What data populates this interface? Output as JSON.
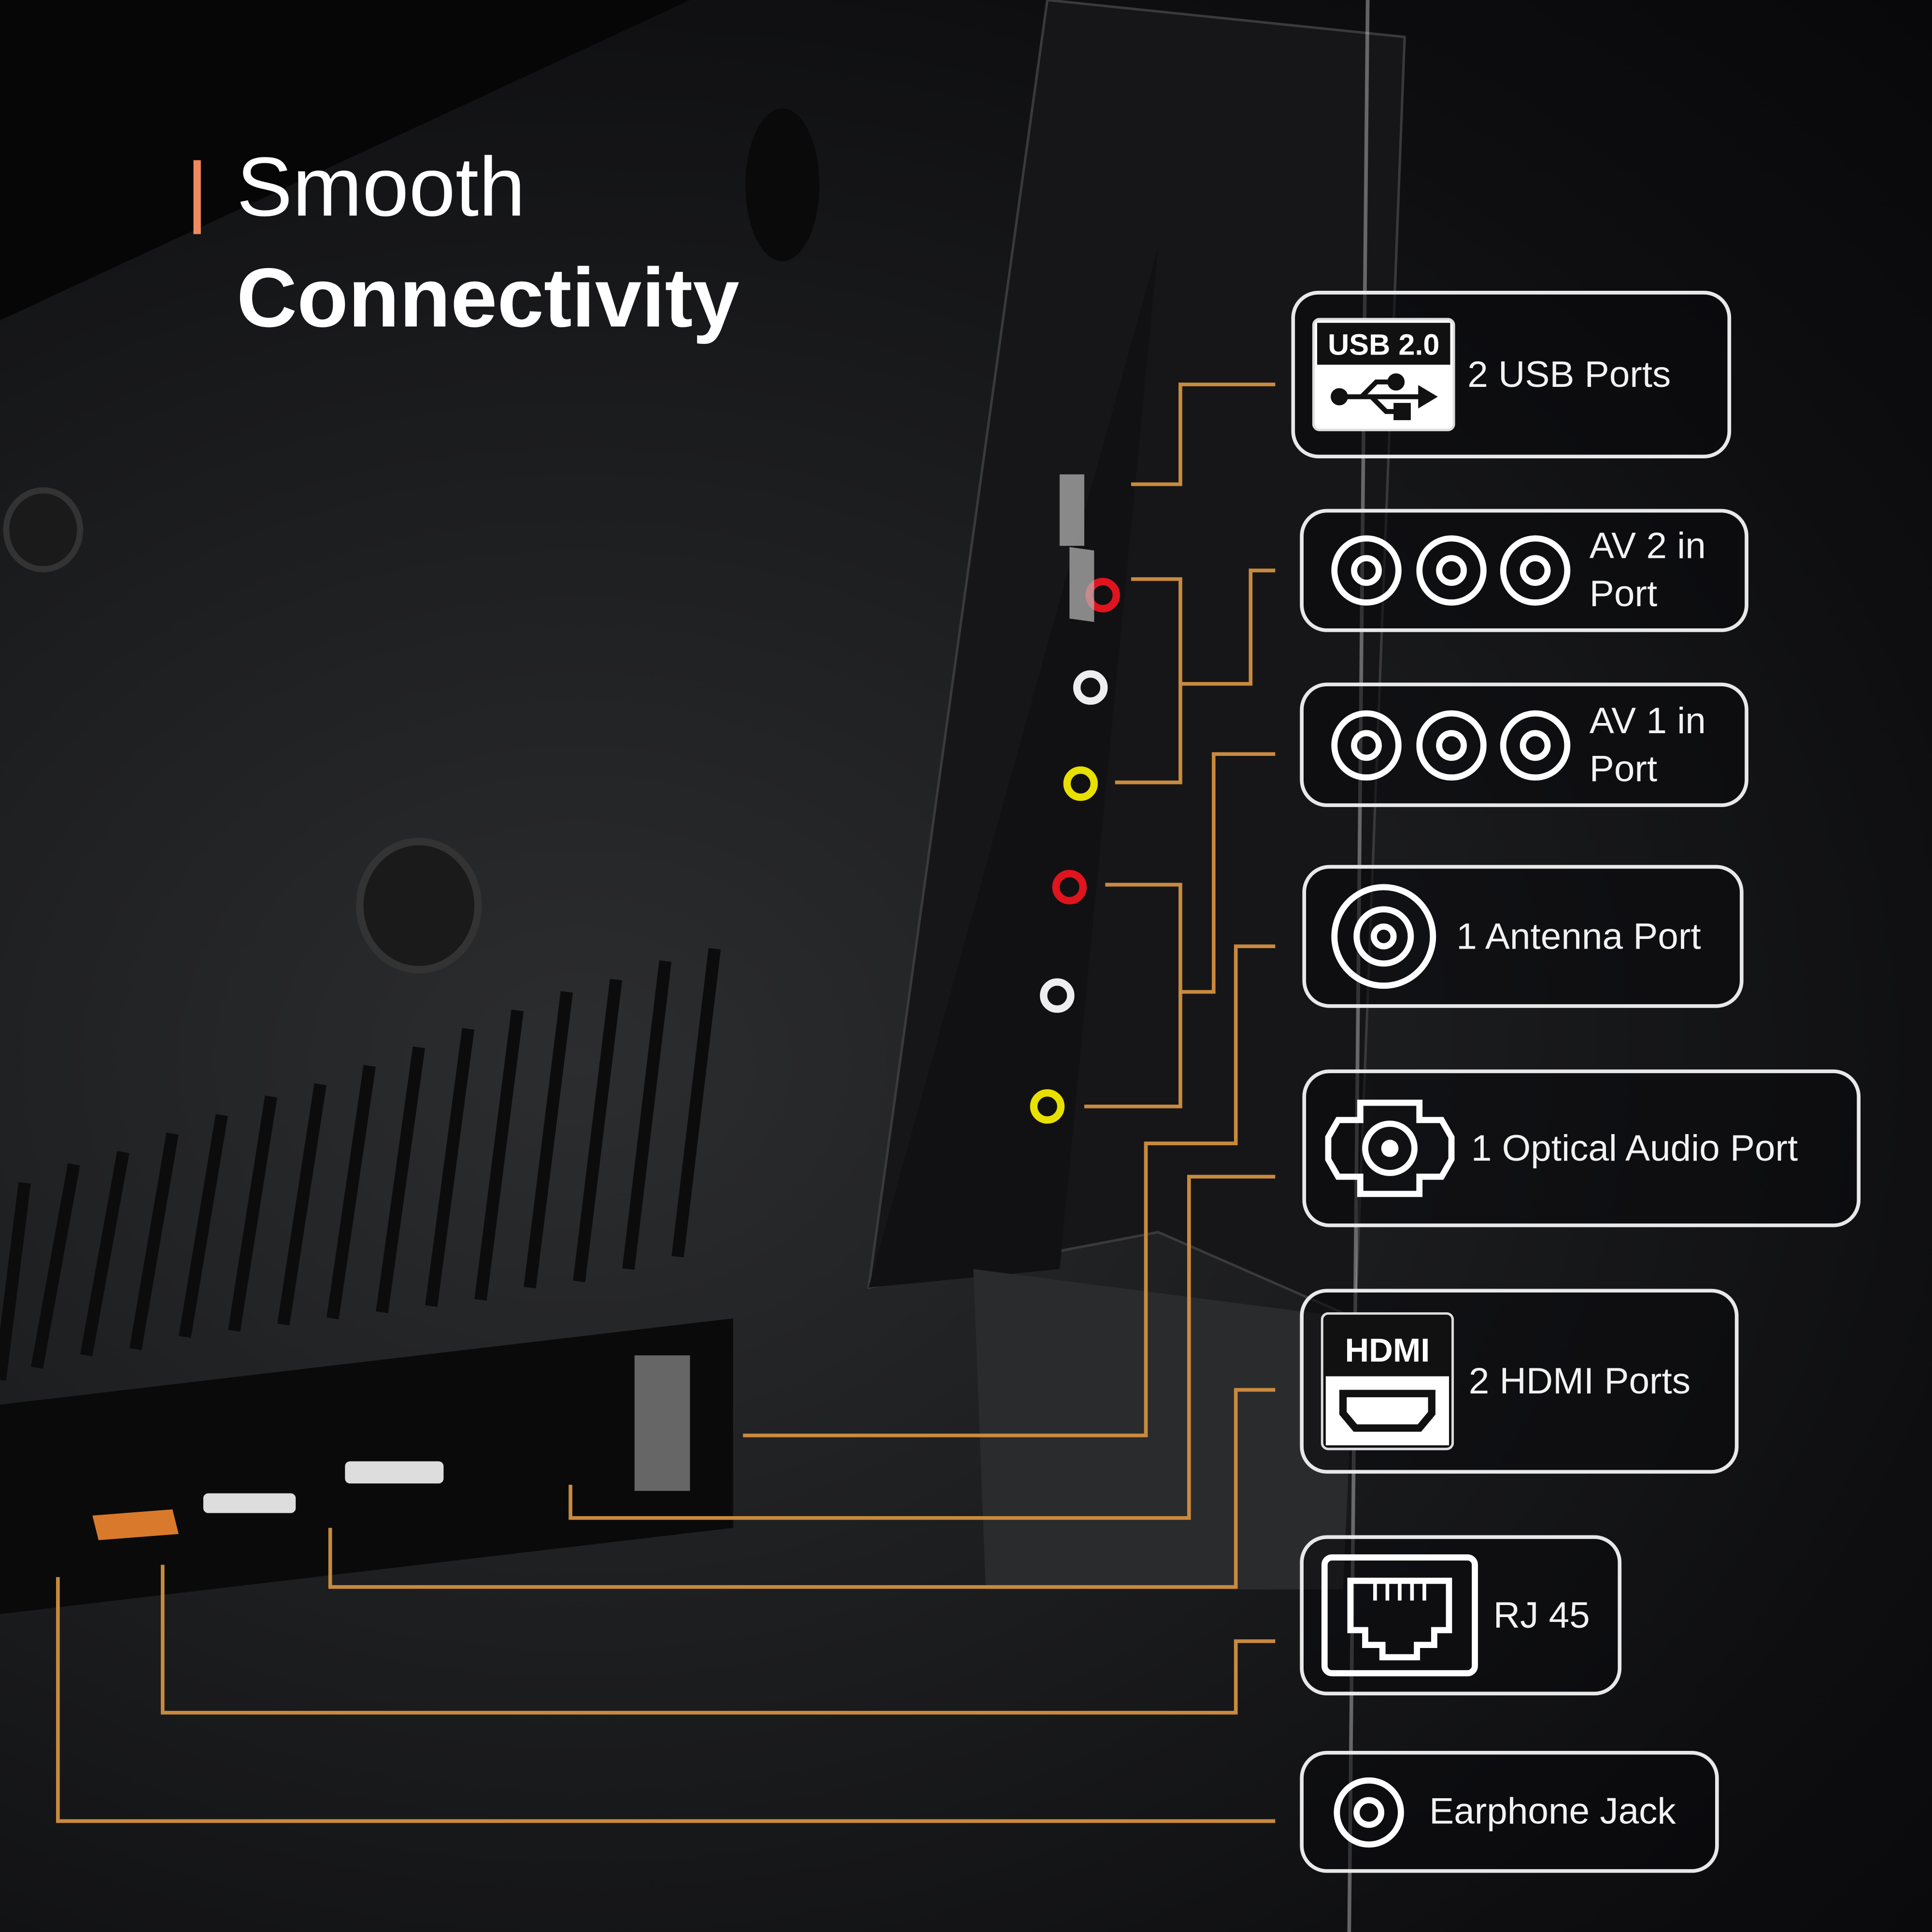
{
  "heading": {
    "line1": "Smooth",
    "line2": "Connectivity"
  },
  "colors": {
    "accent": "#f08a5d",
    "leader": "#c98a3e",
    "box": "#e8e8e8",
    "background": "#121214"
  },
  "ports": [
    {
      "icon": "usb-icon",
      "badge": "USB 2.0",
      "label": "2 USB Ports"
    },
    {
      "icon": "rca-icon",
      "label_line1": "AV 2 in",
      "label_line2": "Port"
    },
    {
      "icon": "rca-icon",
      "label_line1": "AV 1 in",
      "label_line2": "Port"
    },
    {
      "icon": "antenna-icon",
      "label": "1 Antenna Port"
    },
    {
      "icon": "optical-icon",
      "label": "1 Optical Audio Port"
    },
    {
      "icon": "hdmi-icon",
      "badge": "HDMI",
      "label": "2 HDMI Ports"
    },
    {
      "icon": "rj45-icon",
      "label": "RJ 45"
    },
    {
      "icon": "earphone-icon",
      "label": "Earphone Jack"
    }
  ]
}
